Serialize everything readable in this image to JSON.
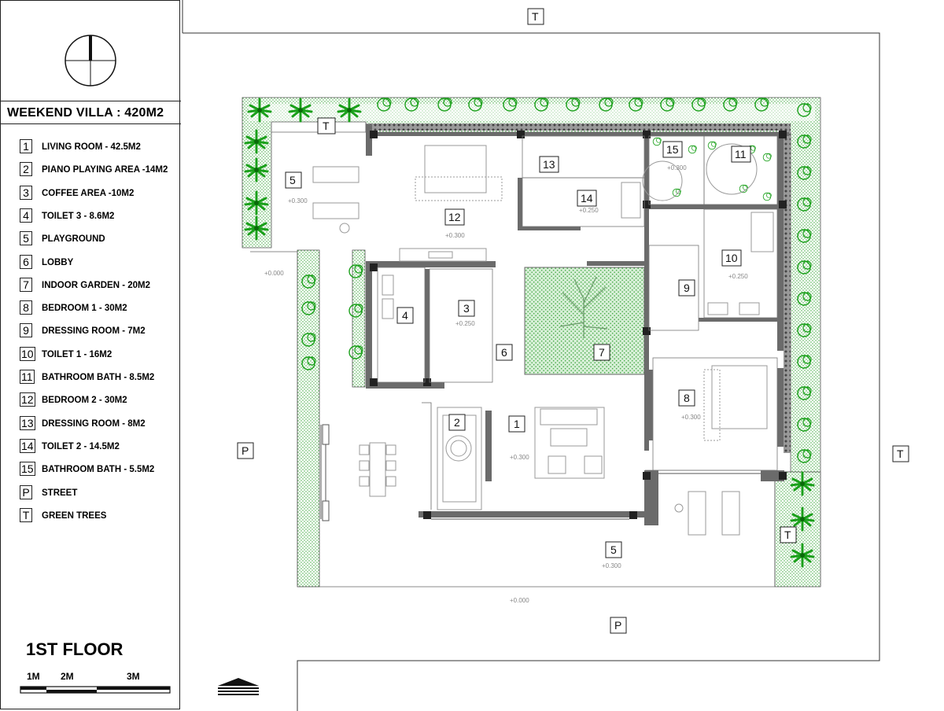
{
  "title": "WEEKEND VILLA : 420M2",
  "floor_label": "1ST FLOOR",
  "scale_labels": [
    "1M",
    "2M",
    "3M"
  ],
  "legend": [
    {
      "key": "1",
      "text": "LIVING ROOM - 42.5M2"
    },
    {
      "key": "2",
      "text": "PIANO PLAYING AREA -14M2"
    },
    {
      "key": "3",
      "text": "COFFEE AREA -10M2"
    },
    {
      "key": "4",
      "text": "TOILET 3 - 8.6M2"
    },
    {
      "key": "5",
      "text": "PLAYGROUND"
    },
    {
      "key": "6",
      "text": "LOBBY"
    },
    {
      "key": "7",
      "text": "INDOOR GARDEN - 20M2"
    },
    {
      "key": "8",
      "text": "BEDROOM 1 - 30M2"
    },
    {
      "key": "9",
      "text": "DRESSING ROOM - 7M2"
    },
    {
      "key": "10",
      "text": "TOILET 1 - 16M2"
    },
    {
      "key": "11",
      "text": "BATHROOM BATH - 8.5M2"
    },
    {
      "key": "12",
      "text": "BEDROOM 2 - 30M2"
    },
    {
      "key": "13",
      "text": "DRESSING ROOM - 8M2"
    },
    {
      "key": "14",
      "text": "TOILET 2 - 14.5M2"
    },
    {
      "key": "15",
      "text": "BATHROOM BATH - 5.5M2"
    },
    {
      "key": "P",
      "text": "STREET"
    },
    {
      "key": "T",
      "text": "GREEN TREES"
    }
  ],
  "plan_labels": {
    "r1": "1",
    "r2": "2",
    "r3": "3",
    "r4": "4",
    "r5a": "5",
    "r5b": "5",
    "r6": "6",
    "r7": "7",
    "r8": "8",
    "r9": "9",
    "r10": "10",
    "r11": "11",
    "r12": "12",
    "r13": "13",
    "r14": "14",
    "r15": "15",
    "t_top": "T",
    "t_right": "T",
    "t_inner": "T",
    "t_corner": "T",
    "p_left": "P",
    "p_bottom": "P"
  },
  "levels": {
    "l1": "+0.300",
    "l2": "+0.000",
    "l3": "+0.250",
    "l4": "+0.250",
    "l5": "+0.300",
    "l6": "+0.250",
    "l7": "+0.300",
    "l8": "+0.300",
    "l9": "+0.300",
    "l10": "+0.000",
    "l11": "+0.300"
  },
  "colors": {
    "wall": "#6b6b6b",
    "green": "#1aa01a",
    "hatch": "#bfe6bf",
    "line": "#555555"
  }
}
